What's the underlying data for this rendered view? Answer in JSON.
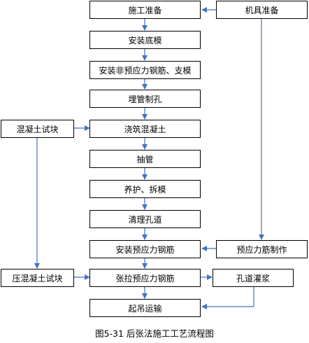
{
  "colors": {
    "line": "#4472C4",
    "border": "#000000"
  },
  "nodes": {
    "shigong_zhunbei": "施工准备",
    "jiju_zhunbei": "机具准备",
    "anzhuang_dimo": "安装底模",
    "anzhuang_fei": "安装非预应力钢筋、支模",
    "maiguan_zhikong": "埋管制孔",
    "hunningtu_shikuai": "混凝土试块",
    "jiaozhu": "浇筑混凝土",
    "chouguan": "抽管",
    "yanghu_chaimo": "养护、拆模",
    "qingli_kongdao": "清理孔道",
    "anzhuang_yuyingli": "安装预应力钢筋",
    "yuyingli_zhizuo": "预应力筋制作",
    "ya_shikuai": "压混凝土试块",
    "zhangla": "张拉预应力钢筋",
    "kongdao_guanjiang": "孔道灌浆",
    "qidiao_yunshu": "起吊运输"
  },
  "caption": "图5-31  后张法施工工艺流程图"
}
